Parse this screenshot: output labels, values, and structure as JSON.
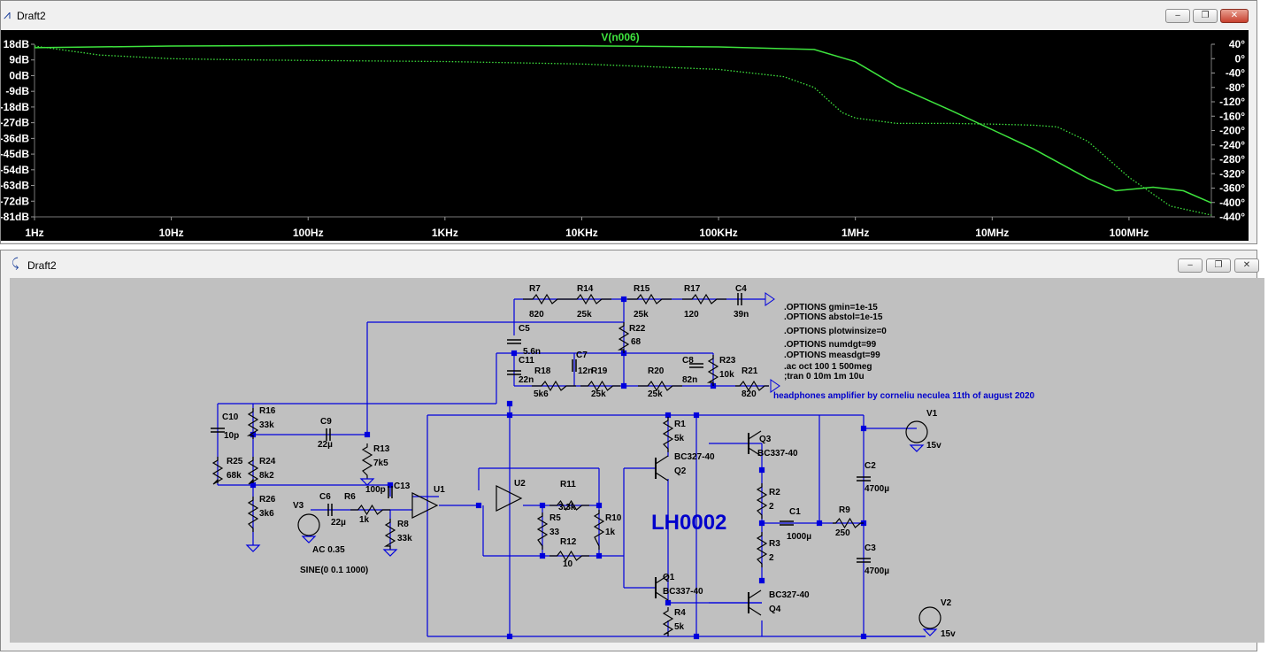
{
  "plot_window": {
    "title": "Draft2",
    "minimize": "‒",
    "maximize": "❐",
    "close": "✕",
    "trace_name": "V(n006)"
  },
  "schematic_window": {
    "title": "Draft2",
    "minimize": "‒",
    "maximize": "❐",
    "close": "✕"
  },
  "chart_data": {
    "type": "line",
    "title": "V(n006)",
    "x_scale": "log",
    "xlim": [
      1,
      400000000
    ],
    "x_tick_labels": [
      "1Hz",
      "10Hz",
      "100Hz",
      "1KHz",
      "10KHz",
      "100KHz",
      "1MHz",
      "10MHz",
      "100MHz"
    ],
    "y_tick_labels_left": [
      "18dB",
      "9dB",
      "0dB",
      "-9dB",
      "-18dB",
      "-27dB",
      "-36dB",
      "-45dB",
      "-54dB",
      "-63dB",
      "-72dB",
      "-81dB"
    ],
    "y_tick_labels_right": [
      "40°",
      "0°",
      "-40°",
      "-80°",
      "-120°",
      "-160°",
      "-200°",
      "-240°",
      "-280°",
      "-320°",
      "-360°",
      "-400°",
      "-440°"
    ],
    "ylim_left": [
      -81,
      18
    ],
    "ylim_right": [
      -440,
      40
    ],
    "background": "#000000",
    "trace_color": "#3ee43e",
    "series": [
      {
        "name": "V(n006)",
        "style": "solid",
        "axis": "magnitude",
        "x": [
          1,
          10,
          100,
          1000,
          10000,
          100000,
          500000,
          1000000,
          2000000,
          5000000,
          10000000,
          20000000,
          50000000,
          80000000,
          150000000,
          250000000,
          400000000
        ],
        "y": [
          16,
          17,
          17.3,
          17.3,
          17.1,
          16.5,
          15,
          8,
          -6,
          -20,
          -31,
          -42,
          -59,
          -66,
          -64,
          -66,
          -73
        ]
      },
      {
        "name": "phase",
        "style": "dotted",
        "axis": "phase",
        "x": [
          1,
          3,
          10,
          30,
          100,
          1000,
          10000,
          100000,
          300000,
          500000,
          800000,
          1000000,
          2000000,
          5000000,
          10000000,
          20000000,
          30000000,
          50000000,
          100000000,
          200000000,
          400000000
        ],
        "y": [
          35,
          10,
          0,
          -3,
          -5,
          -8,
          -15,
          -30,
          -50,
          -80,
          -150,
          -165,
          -180,
          -180,
          -182,
          -185,
          -190,
          -230,
          -330,
          -410,
          -435
        ]
      }
    ]
  },
  "schematic": {
    "watermark": "LH0002",
    "credit": "headphones amplifier by corneliu neculea 11th of august 2020",
    "directives": [
      ".OPTIONS gmin=1e-15",
      ".OPTIONS abstol=1e-15",
      ".OPTIONS plotwinsize=0",
      ".OPTIONS numdgt=99",
      ".OPTIONS measdgt=99",
      ".ac oct 100 1 500meg",
      ";tran 0 10m 1m 10u"
    ],
    "components": [
      {
        "name": "R7",
        "value": "820"
      },
      {
        "name": "R14",
        "value": "25k"
      },
      {
        "name": "R15",
        "value": "25k"
      },
      {
        "name": "R17",
        "value": "120"
      },
      {
        "name": "C4",
        "value": "39n"
      },
      {
        "name": "R22",
        "value": "68"
      },
      {
        "name": "C5",
        "value": "5.6n"
      },
      {
        "name": "C11",
        "value": "22n"
      },
      {
        "name": "C7",
        "value": "12n"
      },
      {
        "name": "C8",
        "value": "82n"
      },
      {
        "name": "R23",
        "value": "10k"
      },
      {
        "name": "R18",
        "value": "5k6"
      },
      {
        "name": "R19",
        "value": "25k"
      },
      {
        "name": "R20",
        "value": "25k"
      },
      {
        "name": "R21",
        "value": "820"
      },
      {
        "name": "C10",
        "value": "10p"
      },
      {
        "name": "R16",
        "value": "33k"
      },
      {
        "name": "C9",
        "value": "22µ"
      },
      {
        "name": "R13",
        "value": "7k5"
      },
      {
        "name": "R25",
        "value": "68k"
      },
      {
        "name": "R24",
        "value": "8k2"
      },
      {
        "name": "R26",
        "value": "3k6"
      },
      {
        "name": "C13",
        "value": "100p"
      },
      {
        "name": "U1",
        "value": ""
      },
      {
        "name": "U2",
        "value": ""
      },
      {
        "name": "V3",
        "value": "AC 0.35"
      },
      {
        "name": "C6",
        "value": "22µ"
      },
      {
        "name": "R6",
        "value": "1k"
      },
      {
        "name": "R8",
        "value": "33k"
      },
      {
        "name": "R11",
        "value": "3.3k"
      },
      {
        "name": "R5",
        "value": "33"
      },
      {
        "name": "R10",
        "value": "1k"
      },
      {
        "name": "R12",
        "value": "10"
      },
      {
        "name": "R1",
        "value": "5k"
      },
      {
        "name": "Q2",
        "value": "BC327-40"
      },
      {
        "name": "Q3",
        "value": "BC337-40"
      },
      {
        "name": "R2",
        "value": "2"
      },
      {
        "name": "C1",
        "value": "1000µ"
      },
      {
        "name": "R9",
        "value": "250"
      },
      {
        "name": "R3",
        "value": "2"
      },
      {
        "name": "Q1",
        "value": "BC337-40"
      },
      {
        "name": "Q4",
        "value": "BC327-40"
      },
      {
        "name": "R4",
        "value": "5k"
      },
      {
        "name": "V1",
        "value": "15v"
      },
      {
        "name": "C2",
        "value": "4700µ"
      },
      {
        "name": "C3",
        "value": "4700µ"
      },
      {
        "name": "V2",
        "value": "15v"
      }
    ],
    "source_spec": "SINE(0 0.1 1000)",
    "colors": {
      "wire": "#0000dd",
      "label": "#000000",
      "directive": "#000000",
      "credit": "#0000cc",
      "bg": "#c0c0c0"
    }
  }
}
